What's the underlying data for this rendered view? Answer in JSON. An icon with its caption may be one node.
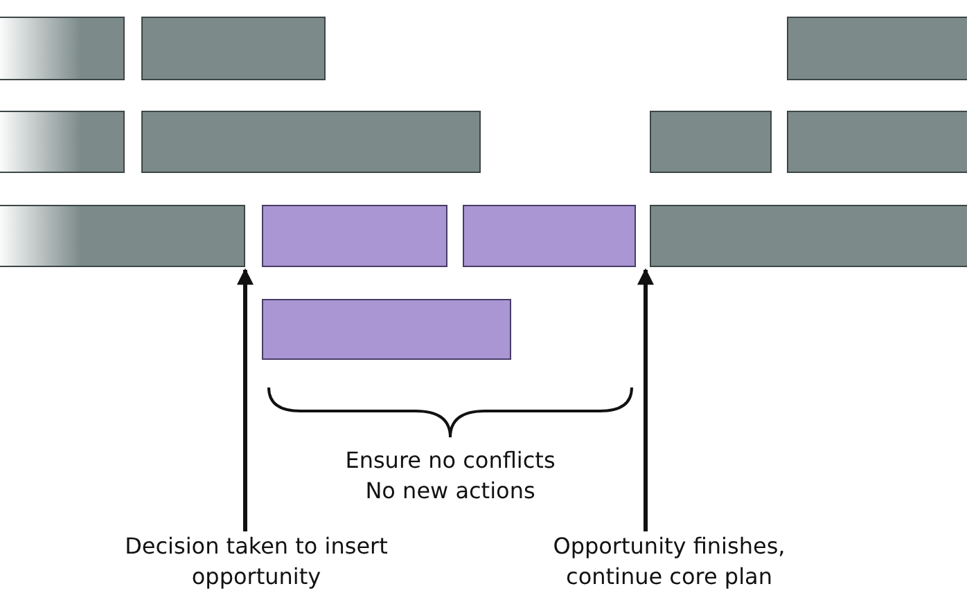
{
  "diagram": {
    "nodes": [
      {
        "text": [],
        "shape": "bar"
      },
      {
        "text": [],
        "shape": "bar"
      },
      {
        "text": [],
        "shape": "bar"
      },
      {
        "text": [],
        "shape": "bar"
      },
      {
        "text": [],
        "shape": "bar"
      },
      {
        "text": [],
        "shape": "bar"
      },
      {
        "text": [],
        "shape": "bar"
      },
      {
        "text": [],
        "shape": "bar"
      },
      {
        "text": [],
        "shape": "bar"
      },
      {
        "text": [],
        "shape": "bar"
      },
      {
        "text": [],
        "shape": "bar"
      },
      {
        "text": [],
        "shape": "bar"
      },
      {
        "text": [
          "Decision taken to insert opportunity"
        ]
      },
      {
        "text": [
          "Opportunity finishes, continue core plan"
        ]
      }
    ],
    "edges": [
      {
        "from": 12,
        "to": 8,
        "arrow": "to"
      },
      {
        "from": 13,
        "to": 9,
        "arrow": "to"
      }
    ],
    "labels": [
      "Ensure no conflicts No new actions"
    ]
  }
}
